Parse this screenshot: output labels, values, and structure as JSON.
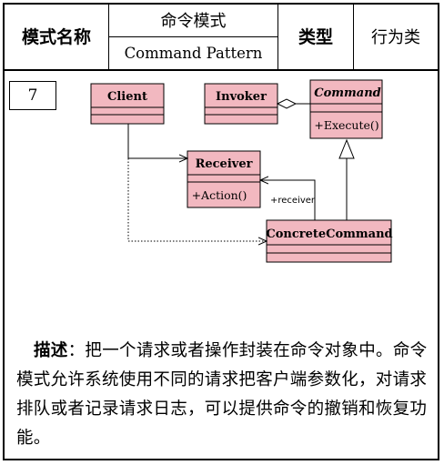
{
  "header": {
    "name_label": "模式名称",
    "name_cn": "命令模式",
    "name_en": "Command Pattern",
    "type_label": "类型",
    "type_value": "行为类"
  },
  "number": "7",
  "diagram": {
    "classes": {
      "client": {
        "name": "Client"
      },
      "invoker": {
        "name": "Invoker"
      },
      "command": {
        "name": "Command",
        "operation": "+Execute()"
      },
      "receiver": {
        "name": "Receiver",
        "operation": "+Action()"
      },
      "concrete": {
        "name": "ConcreteCommand"
      }
    },
    "receiver_role": "+receiver",
    "colors": {
      "class_fill": "#f2b8c0",
      "line": "#000000"
    }
  },
  "description": {
    "lead": "描述",
    "colon": "：",
    "text": "把一个请求或者操作封装在命令对象中。命令模式允许系统使用不同的请求把客户端参数化，对请求排队或者记录请求日志，可以提供命令的撤销和恢复功能。"
  }
}
